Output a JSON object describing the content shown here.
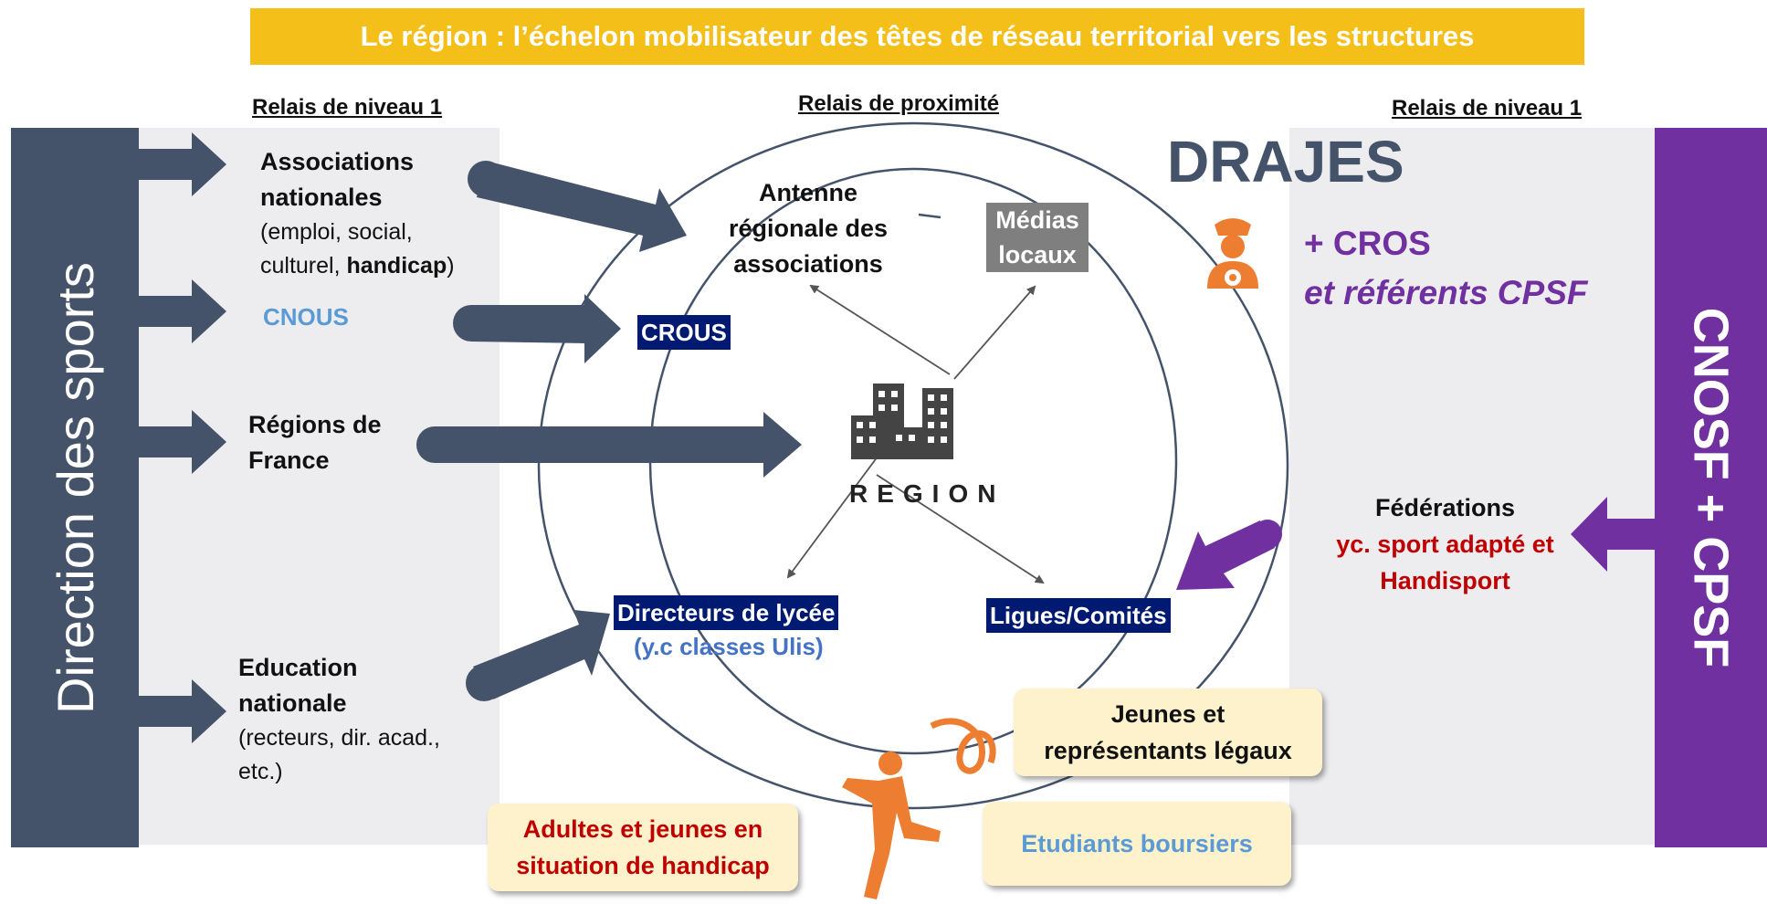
{
  "title": "Le région : l’échelon mobilisateur des têtes de réseau territorial vers les structures",
  "headers": {
    "left": "Relais de niveau 1",
    "center": "Relais de proximité",
    "right": "Relais de niveau 1"
  },
  "left_band": "Direction des sports",
  "right_band": "CNOSF + CPSF",
  "left_items": {
    "assoc_line1": "Associations",
    "assoc_line2": "nationales",
    "assoc_line3": "(emploi, social,",
    "assoc_line4_a": "culturel, ",
    "assoc_line4_b": "handicap",
    "assoc_line4_c": ")",
    "cnous": "CNOUS",
    "regions_line1": "Régions de",
    "regions_line2": "France",
    "educ_line1": "Education",
    "educ_line2": "nationale",
    "educ_line3": "(recteurs, dir. acad.,",
    "educ_line4": "etc.)"
  },
  "center": {
    "antenne_line1": "Antenne",
    "antenne_line2": "régionale des",
    "antenne_line3": "associations",
    "medias_line1": "Médias",
    "medias_line2": "locaux",
    "crous": "CROUS",
    "region": "REGION",
    "directeurs": "Directeurs de lycée",
    "directeurs_sub": "(y.c classes Ulis)",
    "ligues": "Ligues/Comités"
  },
  "right": {
    "drajes": "DRAJES",
    "cros_line1": "+ CROS",
    "cros_line2": "et référents CPSF",
    "federations": "Fédérations",
    "fed_sub1": "yc. sport adapté et",
    "fed_sub2": "Handisport"
  },
  "cards": {
    "jeunes_line1": "Jeunes et",
    "jeunes_line2": "représentants légaux",
    "adultes_line1": "Adultes et jeunes en",
    "adultes_line2": "situation de handicap",
    "etudiants": "Etudiants boursiers"
  },
  "colors": {
    "title_bg": "#F5BF1A",
    "slate": "#44536A",
    "purple": "#7030A0",
    "navy": "#001A72",
    "red": "#C00000",
    "light_blue": "#5B9BD5",
    "orange": "#ED7D31",
    "card_bg": "#FEF2CC"
  },
  "icons": [
    "building-icon",
    "official-person-icon",
    "gymnast-ribbon-icon"
  ]
}
